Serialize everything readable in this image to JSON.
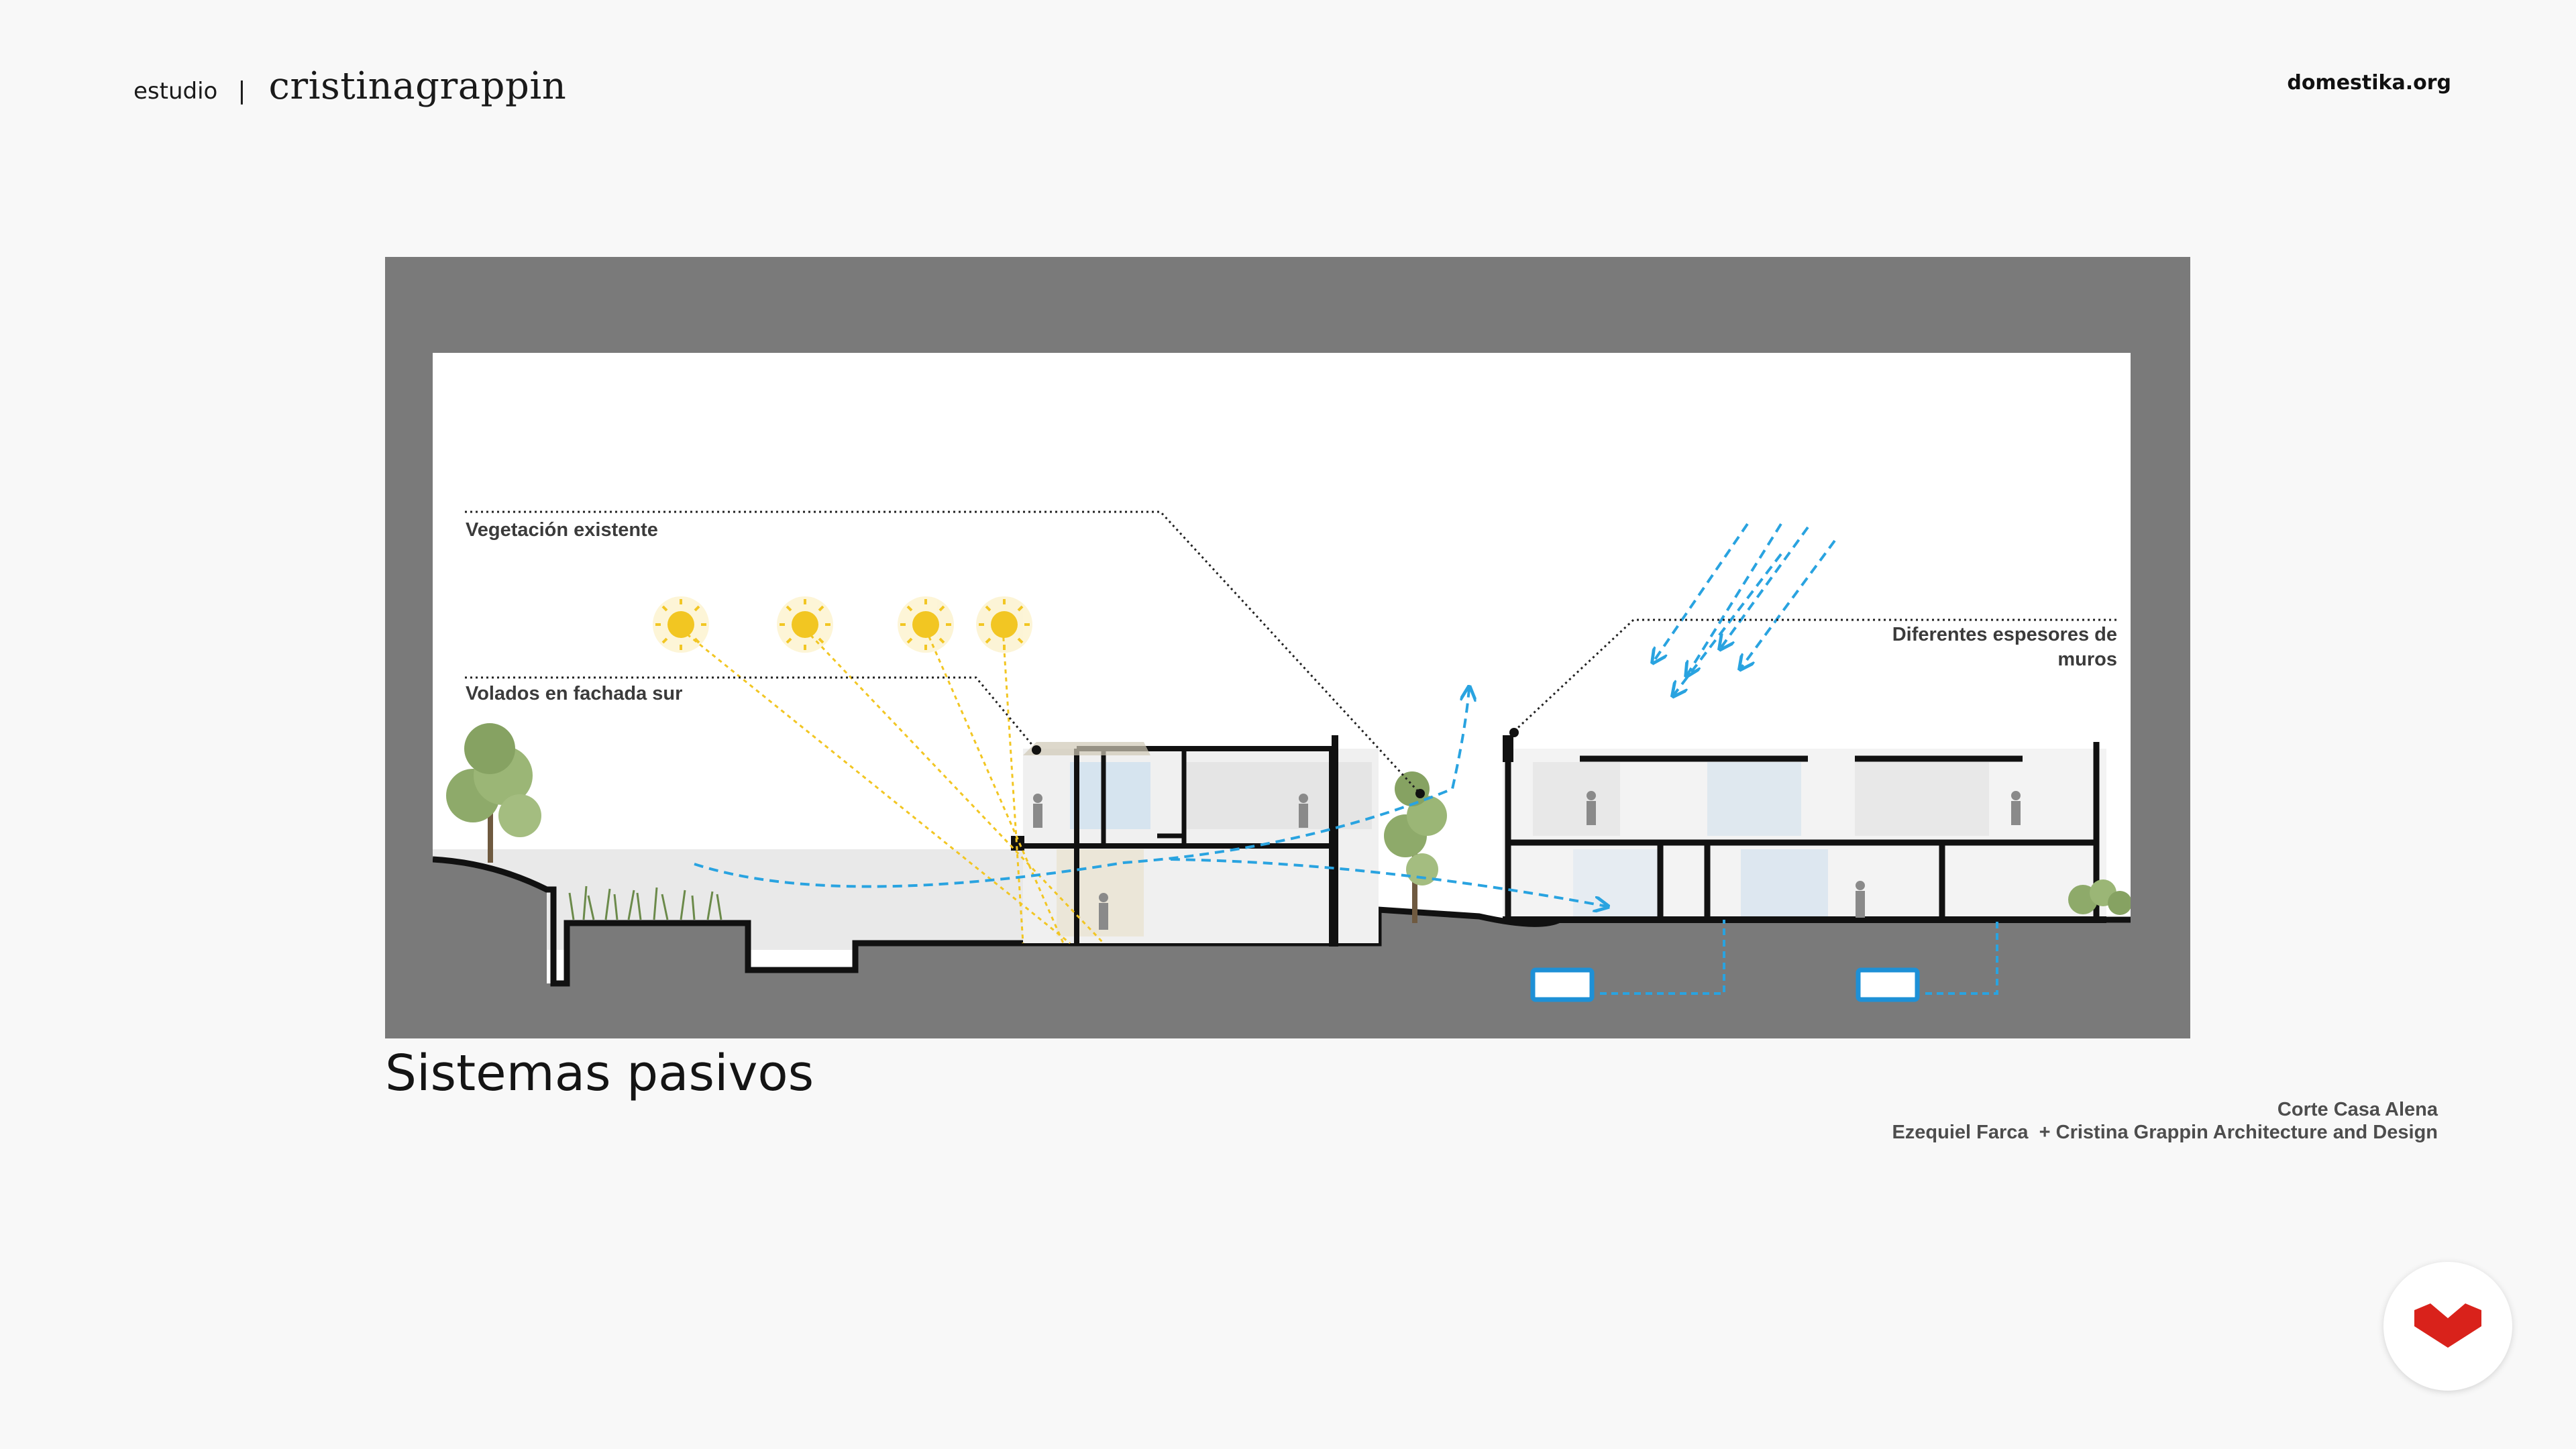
{
  "header": {
    "studio_word": "estudio",
    "separator": "|",
    "studio_name": "cristinagrappin",
    "site": "domestika.org"
  },
  "diagram": {
    "labels": {
      "vegetation": "Vegetación existente",
      "overhangs": "Volados en fachada sur",
      "walls_line1": "Diferentes espesores de",
      "walls_line2": "muros"
    },
    "colors": {
      "frame": "#7a7a7a",
      "sun": "#f2c623",
      "airflow": "#29a3e0",
      "ground": "#1c1c1c",
      "walls": "#111111"
    },
    "icons": [
      "sun-icon",
      "tree-icon",
      "person-icon",
      "airflow-arrow-icon"
    ]
  },
  "slide": {
    "title": "Sistemas pasivos"
  },
  "credits": {
    "line1": "Corte Casa Alena",
    "line2": "Ezequiel Farca  + Cristina Grappin Architecture and Design"
  },
  "logo": {
    "icon": "domestika-logo-icon",
    "color": "#d9221b"
  }
}
